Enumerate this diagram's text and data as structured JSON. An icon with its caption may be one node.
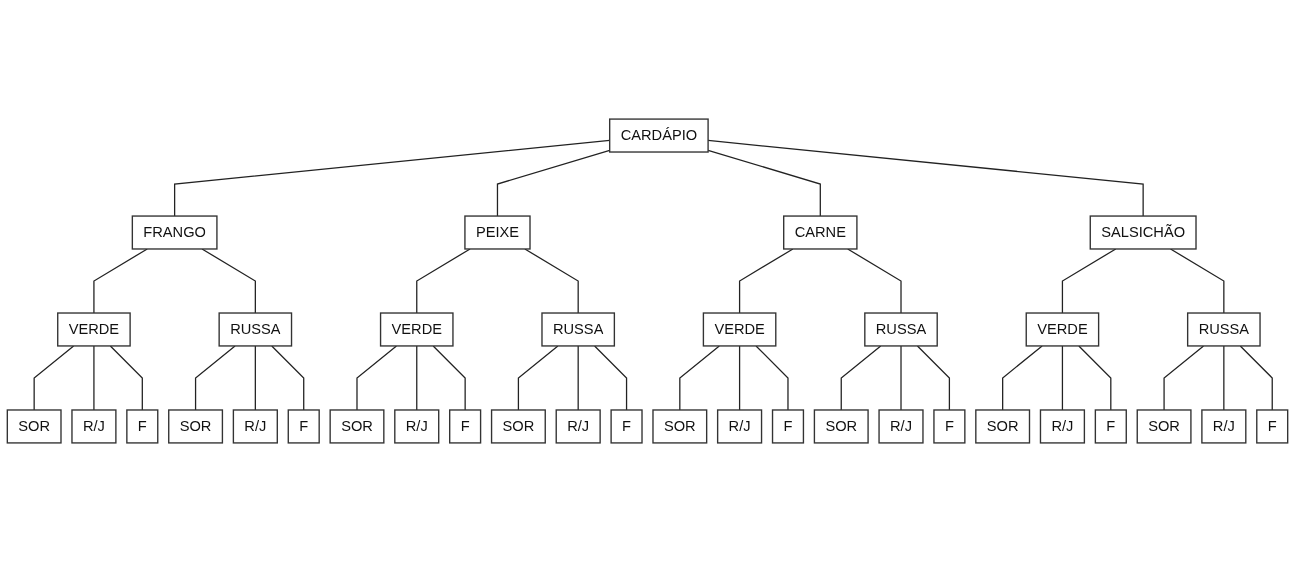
{
  "diagram": {
    "nodes": [
      {
        "text": [
          "CARDÁPIO"
        ]
      },
      {
        "text": [
          "FRANGO"
        ]
      },
      {
        "text": [
          "PEIXE"
        ]
      },
      {
        "text": [
          "CARNE"
        ]
      },
      {
        "text": [
          "SALSICHÃO"
        ]
      },
      {
        "text": [
          "VERDE"
        ]
      },
      {
        "text": [
          "RUSSA"
        ]
      },
      {
        "text": [
          "VERDE"
        ]
      },
      {
        "text": [
          "RUSSA"
        ]
      },
      {
        "text": [
          "VERDE"
        ]
      },
      {
        "text": [
          "RUSSA"
        ]
      },
      {
        "text": [
          "VERDE"
        ]
      },
      {
        "text": [
          "RUSSA"
        ]
      },
      {
        "text": [
          "SOR"
        ]
      },
      {
        "text": [
          "R/J"
        ]
      },
      {
        "text": [
          "F"
        ]
      },
      {
        "text": [
          "SOR"
        ]
      },
      {
        "text": [
          "R/J"
        ]
      },
      {
        "text": [
          "F"
        ]
      },
      {
        "text": [
          "SOR"
        ]
      },
      {
        "text": [
          "R/J"
        ]
      },
      {
        "text": [
          "F"
        ]
      },
      {
        "text": [
          "SOR"
        ]
      },
      {
        "text": [
          "R/J"
        ]
      },
      {
        "text": [
          "F"
        ]
      },
      {
        "text": [
          "SOR"
        ]
      },
      {
        "text": [
          "R/J"
        ]
      },
      {
        "text": [
          "F"
        ]
      },
      {
        "text": [
          "SOR"
        ]
      },
      {
        "text": [
          "R/J"
        ]
      },
      {
        "text": [
          "F"
        ]
      },
      {
        "text": [
          "SOR"
        ]
      },
      {
        "text": [
          "R/J"
        ]
      },
      {
        "text": [
          "F"
        ]
      },
      {
        "text": [
          "SOR"
        ]
      },
      {
        "text": [
          "R/J"
        ]
      },
      {
        "text": [
          "F"
        ]
      }
    ],
    "edges": [
      {
        "from": 0,
        "to": 1,
        "arrow": "none"
      },
      {
        "from": 0,
        "to": 2,
        "arrow": "none"
      },
      {
        "from": 0,
        "to": 3,
        "arrow": "none"
      },
      {
        "from": 0,
        "to": 4,
        "arrow": "none"
      },
      {
        "from": 1,
        "to": 5,
        "arrow": "none"
      },
      {
        "from": 1,
        "to": 6,
        "arrow": "none"
      },
      {
        "from": 2,
        "to": 7,
        "arrow": "none"
      },
      {
        "from": 2,
        "to": 8,
        "arrow": "none"
      },
      {
        "from": 3,
        "to": 9,
        "arrow": "none"
      },
      {
        "from": 3,
        "to": 10,
        "arrow": "none"
      },
      {
        "from": 4,
        "to": 11,
        "arrow": "none"
      },
      {
        "from": 4,
        "to": 12,
        "arrow": "none"
      },
      {
        "from": 5,
        "to": 13,
        "arrow": "none"
      },
      {
        "from": 5,
        "to": 14,
        "arrow": "none"
      },
      {
        "from": 5,
        "to": 15,
        "arrow": "none"
      },
      {
        "from": 6,
        "to": 16,
        "arrow": "none"
      },
      {
        "from": 6,
        "to": 17,
        "arrow": "none"
      },
      {
        "from": 6,
        "to": 18,
        "arrow": "none"
      },
      {
        "from": 7,
        "to": 19,
        "arrow": "none"
      },
      {
        "from": 7,
        "to": 20,
        "arrow": "none"
      },
      {
        "from": 7,
        "to": 21,
        "arrow": "none"
      },
      {
        "from": 8,
        "to": 22,
        "arrow": "none"
      },
      {
        "from": 8,
        "to": 23,
        "arrow": "none"
      },
      {
        "from": 8,
        "to": 24,
        "arrow": "none"
      },
      {
        "from": 9,
        "to": 25,
        "arrow": "none"
      },
      {
        "from": 9,
        "to": 26,
        "arrow": "none"
      },
      {
        "from": 9,
        "to": 27,
        "arrow": "none"
      },
      {
        "from": 10,
        "to": 28,
        "arrow": "none"
      },
      {
        "from": 10,
        "to": 29,
        "arrow": "none"
      },
      {
        "from": 10,
        "to": 30,
        "arrow": "none"
      },
      {
        "from": 11,
        "to": 31,
        "arrow": "none"
      },
      {
        "from": 11,
        "to": 32,
        "arrow": "none"
      },
      {
        "from": 11,
        "to": 33,
        "arrow": "none"
      },
      {
        "from": 12,
        "to": 34,
        "arrow": "none"
      },
      {
        "from": 12,
        "to": 35,
        "arrow": "none"
      },
      {
        "from": 12,
        "to": 36,
        "arrow": "none"
      }
    ]
  }
}
